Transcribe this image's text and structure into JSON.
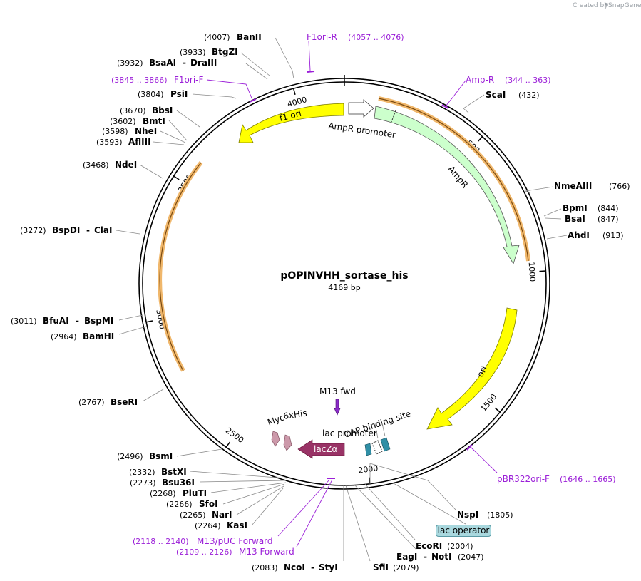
{
  "brand": {
    "created_by": "Created by",
    "name": "SnapGene"
  },
  "plasmid": {
    "name": "pOPINVHH_sortase_his",
    "length": "4169 bp",
    "bp": 4169
  },
  "colors": {
    "primer": "#9b1fd8",
    "ori": "#ffff00",
    "ampr": "#ccffcc",
    "lacza": "#993366",
    "myc_his": "#cc99aa",
    "cap": "#2f8fa6",
    "highlight": "#f0b76b"
  },
  "ticks": [
    {
      "bp": 500,
      "label": "500"
    },
    {
      "bp": 1000,
      "label": "1000"
    },
    {
      "bp": 1500,
      "label": "1500"
    },
    {
      "bp": 2000,
      "label": "2000"
    },
    {
      "bp": 2500,
      "label": "2500"
    },
    {
      "bp": 3000,
      "label": "3000"
    },
    {
      "bp": 3500,
      "label": "3500"
    },
    {
      "bp": 4000,
      "label": "4000"
    }
  ],
  "features": {
    "f1_ori": "f1 ori",
    "ampr_promoter": "AmpR promoter",
    "ampr": "AmpR",
    "ori": "ori",
    "m13_fwd": "M13 fwd",
    "six_his": "6xHis",
    "myc": "Myc",
    "cap_site": "CAP binding site",
    "lac_promoter": "lac promoter",
    "lacza": "lacZα",
    "lac_operator": "lac operator"
  },
  "enzymes": {
    "BanII": {
      "name": "BanII",
      "pos": "(4007)"
    },
    "BtgZI": {
      "name": "BtgZI",
      "pos": "(3933)"
    },
    "BsaAI": {
      "name": "BsaAI",
      "name2": "DraIII",
      "pos": "(3932)"
    },
    "PsiI": {
      "name": "PsiI",
      "pos": "(3804)"
    },
    "BbsI": {
      "name": "BbsI",
      "pos": "(3670)"
    },
    "BmtI": {
      "name": "BmtI",
      "pos": "(3602)"
    },
    "NheI": {
      "name": "NheI",
      "pos": "(3598)"
    },
    "AflIII": {
      "name": "AflIII",
      "pos": "(3593)"
    },
    "NdeI": {
      "name": "NdeI",
      "pos": "(3468)"
    },
    "BspDI": {
      "name": "BspDI",
      "name2": "ClaI",
      "pos": "(3272)"
    },
    "BfuAI": {
      "name": "BfuAI",
      "name2": "BspMI",
      "pos": "(3011)"
    },
    "BamHI": {
      "name": "BamHI",
      "pos": "(2964)"
    },
    "BseRI": {
      "name": "BseRI",
      "pos": "(2767)"
    },
    "BsmI": {
      "name": "BsmI",
      "pos": "(2496)"
    },
    "BstXI": {
      "name": "BstXI",
      "pos": "(2332)"
    },
    "Bsu36I": {
      "name": "Bsu36I",
      "pos": "(2273)"
    },
    "PluTI": {
      "name": "PluTI",
      "pos": "(2268)"
    },
    "SfoI": {
      "name": "SfoI",
      "pos": "(2266)"
    },
    "NarI": {
      "name": "NarI",
      "pos": "(2265)"
    },
    "KasI": {
      "name": "KasI",
      "pos": "(2264)"
    },
    "NcoI": {
      "name": "NcoI",
      "name2": "StyI",
      "pos": "(2083)"
    },
    "SfiI": {
      "name": "SfiI",
      "pos": "(2079)"
    },
    "EagI": {
      "name": "EagI",
      "name2": "NotI",
      "pos": "(2047)"
    },
    "EcoRI": {
      "name": "EcoRI",
      "pos": "(2004)"
    },
    "NspI": {
      "name": "NspI",
      "pos": "(1805)"
    },
    "ScaI": {
      "name": "ScaI",
      "pos": "(432)"
    },
    "NmeAIII": {
      "name": "NmeAIII",
      "pos": "(766)"
    },
    "BpmI": {
      "name": "BpmI",
      "pos": "(844)"
    },
    "BsaI": {
      "name": "BsaI",
      "pos": "(847)"
    },
    "AhdI": {
      "name": "AhdI",
      "pos": "(913)"
    }
  },
  "primers": {
    "f1ori_r": {
      "name": "F1ori-R",
      "range": "(4057 .. 4076)"
    },
    "f1ori_f": {
      "name": "F1ori-F",
      "range": "(3845 .. 3866)"
    },
    "amp_r": {
      "name": "Amp-R",
      "range": "(344 .. 363)"
    },
    "pbr322": {
      "name": "pBR322ori-F",
      "range": "(1646 .. 1665)"
    },
    "m13_puc": {
      "name": "M13/pUC Forward",
      "range": "(2118 .. 2140)"
    },
    "m13_fwd": {
      "name": "M13 Forward",
      "range": "(2109 .. 2126)"
    }
  },
  "separator": "-"
}
